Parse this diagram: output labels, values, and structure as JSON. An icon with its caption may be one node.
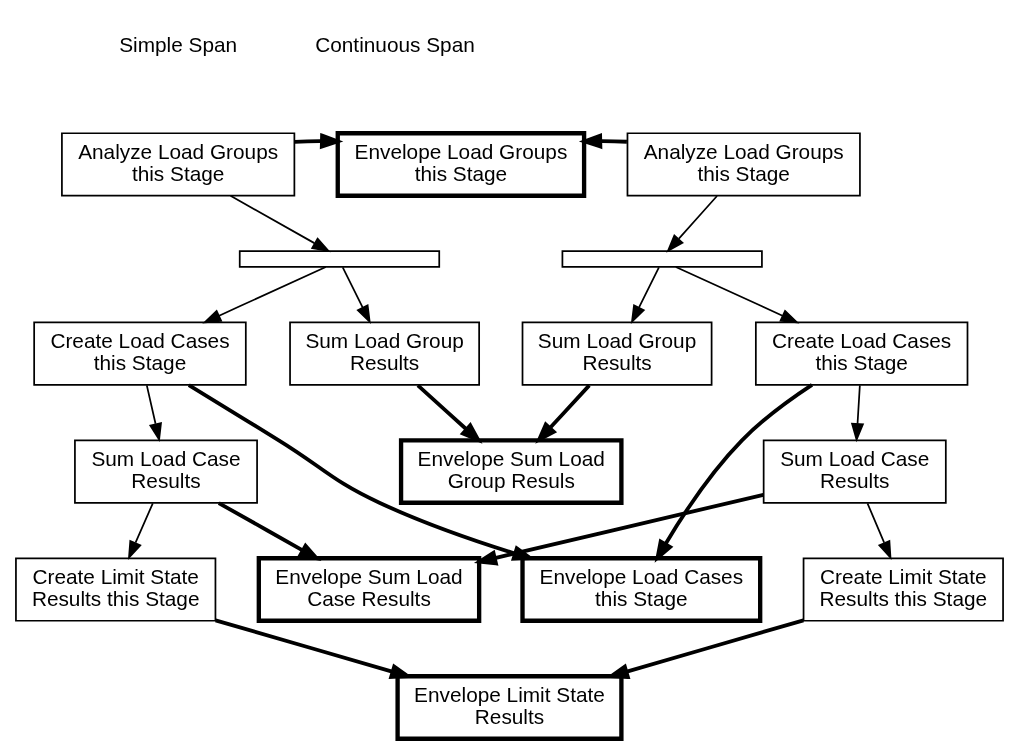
{
  "diagram": {
    "nodes": [
      {
        "text": [
          "Analyze Load Groups this Stage"
        ]
      },
      {
        "text": [
          "Analyze Load Groups this Stage"
        ]
      },
      {
        "text": [
          "Envelope Load Groups this Stage"
        ]
      },
      {
        "text": [],
        "shape": "bar"
      },
      {
        "text": [],
        "shape": "bar"
      },
      {
        "text": [
          "Create Load Cases this Stage"
        ]
      },
      {
        "text": [
          "Sum Load Group Results"
        ]
      },
      {
        "text": [
          "Sum Load Group Results"
        ]
      },
      {
        "text": [
          "Create Load Cases this Stage"
        ]
      },
      {
        "text": [
          "Sum Load Case Results"
        ]
      },
      {
        "text": [
          "Envelope Sum Load Group Resuls"
        ]
      },
      {
        "text": [
          "Sum Load Case Results"
        ]
      },
      {
        "text": [
          "Create Limit State Results this Stage"
        ]
      },
      {
        "text": [
          "Envelope Load Cases this Stage"
        ]
      },
      {
        "text": [
          "Create Limit State Results this Stage"
        ]
      },
      {
        "text": [
          "Envelope Sum Load Case Results"
        ]
      },
      {
        "text": [
          "Envelope Limit State Results"
        ]
      }
    ],
    "edges": [
      {
        "from": 0,
        "to": 2,
        "arrow": "to",
        "style": "thick"
      },
      {
        "from": 1,
        "to": 2,
        "arrow": "to",
        "style": "thick"
      },
      {
        "from": 0,
        "to": 3,
        "arrow": "to"
      },
      {
        "from": 1,
        "to": 4,
        "arrow": "to"
      },
      {
        "from": 3,
        "to": 5,
        "arrow": "to"
      },
      {
        "from": 3,
        "to": 6,
        "arrow": "to"
      },
      {
        "from": 4,
        "to": 7,
        "arrow": "to"
      },
      {
        "from": 4,
        "to": 8,
        "arrow": "to"
      },
      {
        "from": 5,
        "to": 9,
        "arrow": "to"
      },
      {
        "from": 5,
        "to": 13,
        "arrow": "to",
        "style": "thick"
      },
      {
        "from": 6,
        "to": 10,
        "arrow": "to",
        "style": "thick"
      },
      {
        "from": 7,
        "to": 10,
        "arrow": "to",
        "style": "thick"
      },
      {
        "from": 8,
        "to": 13,
        "arrow": "to",
        "style": "thick"
      },
      {
        "from": 8,
        "to": 11,
        "arrow": "to"
      },
      {
        "from": 9,
        "to": 12,
        "arrow": "to"
      },
      {
        "from": 9,
        "to": 15,
        "arrow": "to",
        "style": "thick"
      },
      {
        "from": 11,
        "to": 14,
        "arrow": "to"
      },
      {
        "from": 11,
        "to": 15,
        "arrow": "to",
        "style": "thick"
      },
      {
        "from": 12,
        "to": 16,
        "arrow": "to",
        "style": "thick"
      },
      {
        "from": 14,
        "to": 16,
        "arrow": "to",
        "style": "thick"
      }
    ],
    "labels": [
      "Simple Span",
      "Continuous Span"
    ]
  }
}
